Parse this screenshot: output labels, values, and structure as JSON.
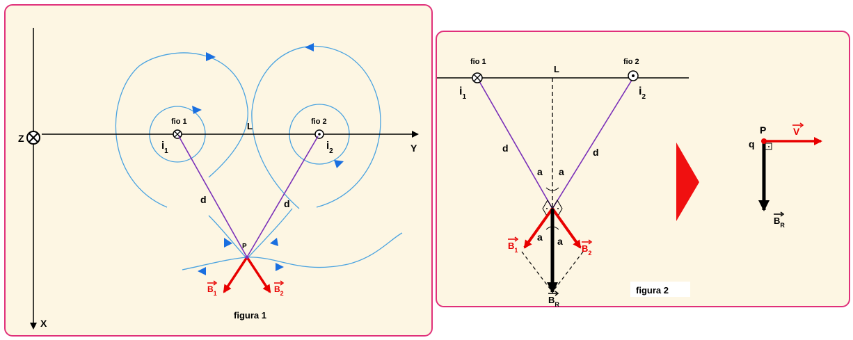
{
  "figure1": {
    "caption": "figura 1",
    "axis_z": "Z",
    "axis_y": "Y",
    "axis_x": "X",
    "wire1_label": "fio 1",
    "wire2_label": "fio 2",
    "current1": "i",
    "current1_sub": "1",
    "current2": "i",
    "current2_sub": "2",
    "distance_L": "L",
    "distance_d_left": "d",
    "distance_d_right": "d",
    "point_label": "P",
    "field1": "B",
    "field1_sub": "1",
    "field2": "B",
    "field2_sub": "2"
  },
  "figure2": {
    "caption": "figura 2",
    "wire1_label": "fio 1",
    "wire2_label": "fio 2",
    "current1": "i",
    "current1_sub": "1",
    "current2": "i",
    "current2_sub": "2",
    "distance_L": "L",
    "distance_d_left": "d",
    "distance_d_right": "d",
    "angle_top_left": "a",
    "angle_top_right": "a",
    "angle_bottom_left": "a",
    "angle_bottom_right": "a",
    "field1": "B",
    "field1_sub": "1",
    "field2": "B",
    "field2_sub": "2",
    "resultant": "B",
    "resultant_sub": "R"
  },
  "figure3": {
    "point_label": "P",
    "charge_label": "q",
    "velocity": "V",
    "resultant": "B",
    "resultant_sub": "R"
  },
  "colors": {
    "panel_border": "#e0307a",
    "panel_fill": "#fdf6e3",
    "field_lines": "#4aa3e0",
    "field_arrows": "#1a6fe0",
    "distance_lines": "#7a2fb8",
    "vectors": "#e80000",
    "resultant": "#000000"
  }
}
